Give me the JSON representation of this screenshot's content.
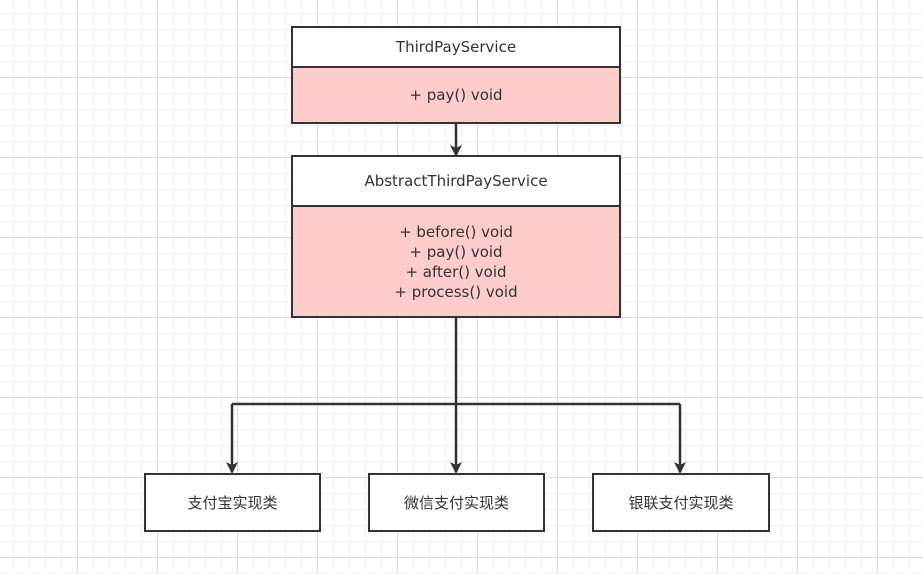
{
  "diagram": {
    "interface_class": {
      "name": "ThirdPayService",
      "members": [
        "+ pay() void"
      ]
    },
    "abstract_class": {
      "name": "AbstractThirdPayService",
      "members": [
        "+ before() void",
        "+ pay() void",
        "+ after() void",
        "+ process() void"
      ]
    },
    "implementations": [
      {
        "label": "支付宝实现类"
      },
      {
        "label": "微信支付实现类"
      },
      {
        "label": "银联支付实现类"
      }
    ],
    "colors": {
      "border": "#333333",
      "member_fill": "#ffcccc",
      "header_fill": "#ffffff"
    }
  }
}
